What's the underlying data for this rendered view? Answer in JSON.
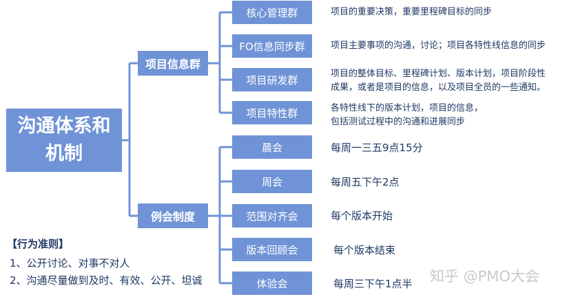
{
  "root": {
    "line1": "沟通体系和",
    "line2": "机制"
  },
  "groups": [
    {
      "label": "项目信息群",
      "items": [
        {
          "label": "核心管理群",
          "desc_lines": [
            "项目的重要决策，重要里程碑目标的同步"
          ]
        },
        {
          "label": "FO信息同步群",
          "desc_lines": [
            "项目主要事项的沟通，讨论；项目各特性线信息的同步"
          ]
        },
        {
          "label": "项目研发群",
          "desc_lines": [
            "项目的整体目标、里程碑计划、版本计划，项目阶段性",
            "成果，或者是项目的信息，以及项目全员的一些通知。"
          ]
        },
        {
          "label": "项目特性群",
          "desc_lines": [
            "各特性线下的版本计划，项目的信息，",
            "包括测试过程中的沟通和进展同步"
          ]
        }
      ]
    },
    {
      "label": "例会制度",
      "items": [
        {
          "label": "晨会",
          "desc_lines": [
            "每周一三五9点15分"
          ]
        },
        {
          "label": "周会",
          "desc_lines": [
            "每周五下午2点"
          ]
        },
        {
          "label": "范围对齐会",
          "desc_lines": [
            "每个版本开始"
          ]
        },
        {
          "label": "版本回顾会",
          "desc_lines": [
            "每个版本结束"
          ]
        },
        {
          "label": "体验会",
          "desc_lines": [
            "每周三下午1点半"
          ]
        }
      ]
    }
  ],
  "rules": {
    "title": "【行为准则】",
    "items": [
      "1、公开讨论、对事不对人",
      "2、沟通尽量做到及时、有效、公开、坦诚"
    ]
  },
  "watermark": "知乎 @PMO大会"
}
